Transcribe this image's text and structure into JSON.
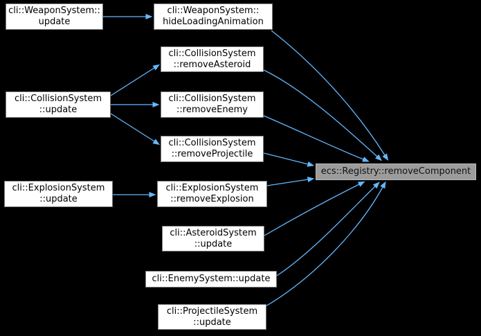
{
  "diagram": {
    "kind": "doxygen-call-graph",
    "background_color": "#000000",
    "edge_color": "#63b8ff",
    "node_fill": "#ffffff",
    "node_border": "#7a7a7a",
    "focus_node_fill": "#9c9c9c",
    "focus_node_border": "#bcbcbc",
    "text_color": "#000000"
  },
  "nodes": [
    {
      "id": "weapon-update",
      "label": "cli::WeaponSystem::\nupdate",
      "focus": false
    },
    {
      "id": "weapon-hide-loading",
      "label": "cli::WeaponSystem::\nhideLoadingAnimation",
      "focus": false
    },
    {
      "id": "collision-remove-asteroid",
      "label": "cli::CollisionSystem\n::removeAsteroid",
      "focus": false
    },
    {
      "id": "collision-update",
      "label": "cli::CollisionSystem\n::update",
      "focus": false
    },
    {
      "id": "collision-remove-enemy",
      "label": "cli::CollisionSystem\n::removeEnemy",
      "focus": false
    },
    {
      "id": "collision-remove-projectile",
      "label": "cli::CollisionSystem\n::removeProjectile",
      "focus": false
    },
    {
      "id": "explosion-update",
      "label": "cli::ExplosionSystem\n::update",
      "focus": false
    },
    {
      "id": "explosion-remove-explosion",
      "label": "cli::ExplosionSystem\n::removeExplosion",
      "focus": false
    },
    {
      "id": "asteroid-update",
      "label": "cli::AsteroidSystem\n::update",
      "focus": false
    },
    {
      "id": "enemy-update",
      "label": "cli::EnemySystem::update",
      "focus": false
    },
    {
      "id": "projectile-update",
      "label": "cli::ProjectileSystem\n::update",
      "focus": false
    },
    {
      "id": "registry-remove-component",
      "label": "ecs::Registry::removeComponent",
      "focus": true
    }
  ],
  "edges": [
    {
      "from": "cli::WeaponSystem::update",
      "to": "cli::WeaponSystem::hideLoadingAnimation"
    },
    {
      "from": "cli::CollisionSystem::update",
      "to": "cli::CollisionSystem::removeAsteroid"
    },
    {
      "from": "cli::CollisionSystem::update",
      "to": "cli::CollisionSystem::removeEnemy"
    },
    {
      "from": "cli::CollisionSystem::update",
      "to": "cli::CollisionSystem::removeProjectile"
    },
    {
      "from": "cli::ExplosionSystem::update",
      "to": "cli::ExplosionSystem::removeExplosion"
    },
    {
      "from": "cli::WeaponSystem::hideLoadingAnimation",
      "to": "ecs::Registry::removeComponent"
    },
    {
      "from": "cli::CollisionSystem::removeAsteroid",
      "to": "ecs::Registry::removeComponent"
    },
    {
      "from": "cli::CollisionSystem::removeEnemy",
      "to": "ecs::Registry::removeComponent"
    },
    {
      "from": "cli::CollisionSystem::removeProjectile",
      "to": "ecs::Registry::removeComponent"
    },
    {
      "from": "cli::ExplosionSystem::removeExplosion",
      "to": "ecs::Registry::removeComponent"
    },
    {
      "from": "cli::AsteroidSystem::update",
      "to": "ecs::Registry::removeComponent"
    },
    {
      "from": "cli::EnemySystem::update",
      "to": "ecs::Registry::removeComponent"
    },
    {
      "from": "cli::ProjectileSystem::update",
      "to": "ecs::Registry::removeComponent"
    }
  ]
}
